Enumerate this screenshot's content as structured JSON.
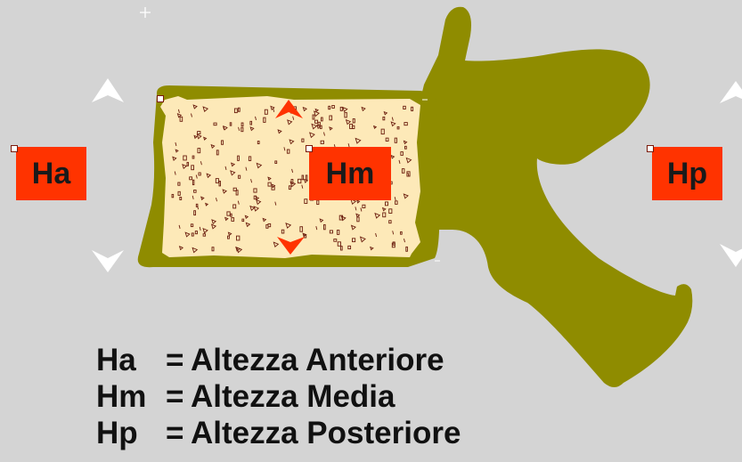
{
  "labels": {
    "anterior": "Ha",
    "middle": "Hm",
    "posterior": "Hp"
  },
  "legend": [
    {
      "abbr": "Ha",
      "eq": "=",
      "text": "Altezza Anteriore"
    },
    {
      "abbr": "Hm",
      "eq": "=",
      "text": "Altezza Media"
    },
    {
      "abbr": "Hp",
      "eq": "=",
      "text": "Altezza Posteriore"
    }
  ],
  "colors": {
    "background": "#d4d4d4",
    "vertebra_bone": "#8f8c00",
    "vertebral_body": "#fde9b8",
    "speckle": "#6b1e0e",
    "label_box": "#ff3300",
    "arrow_white": "#ffffff",
    "arrow_red": "#ff3300"
  }
}
